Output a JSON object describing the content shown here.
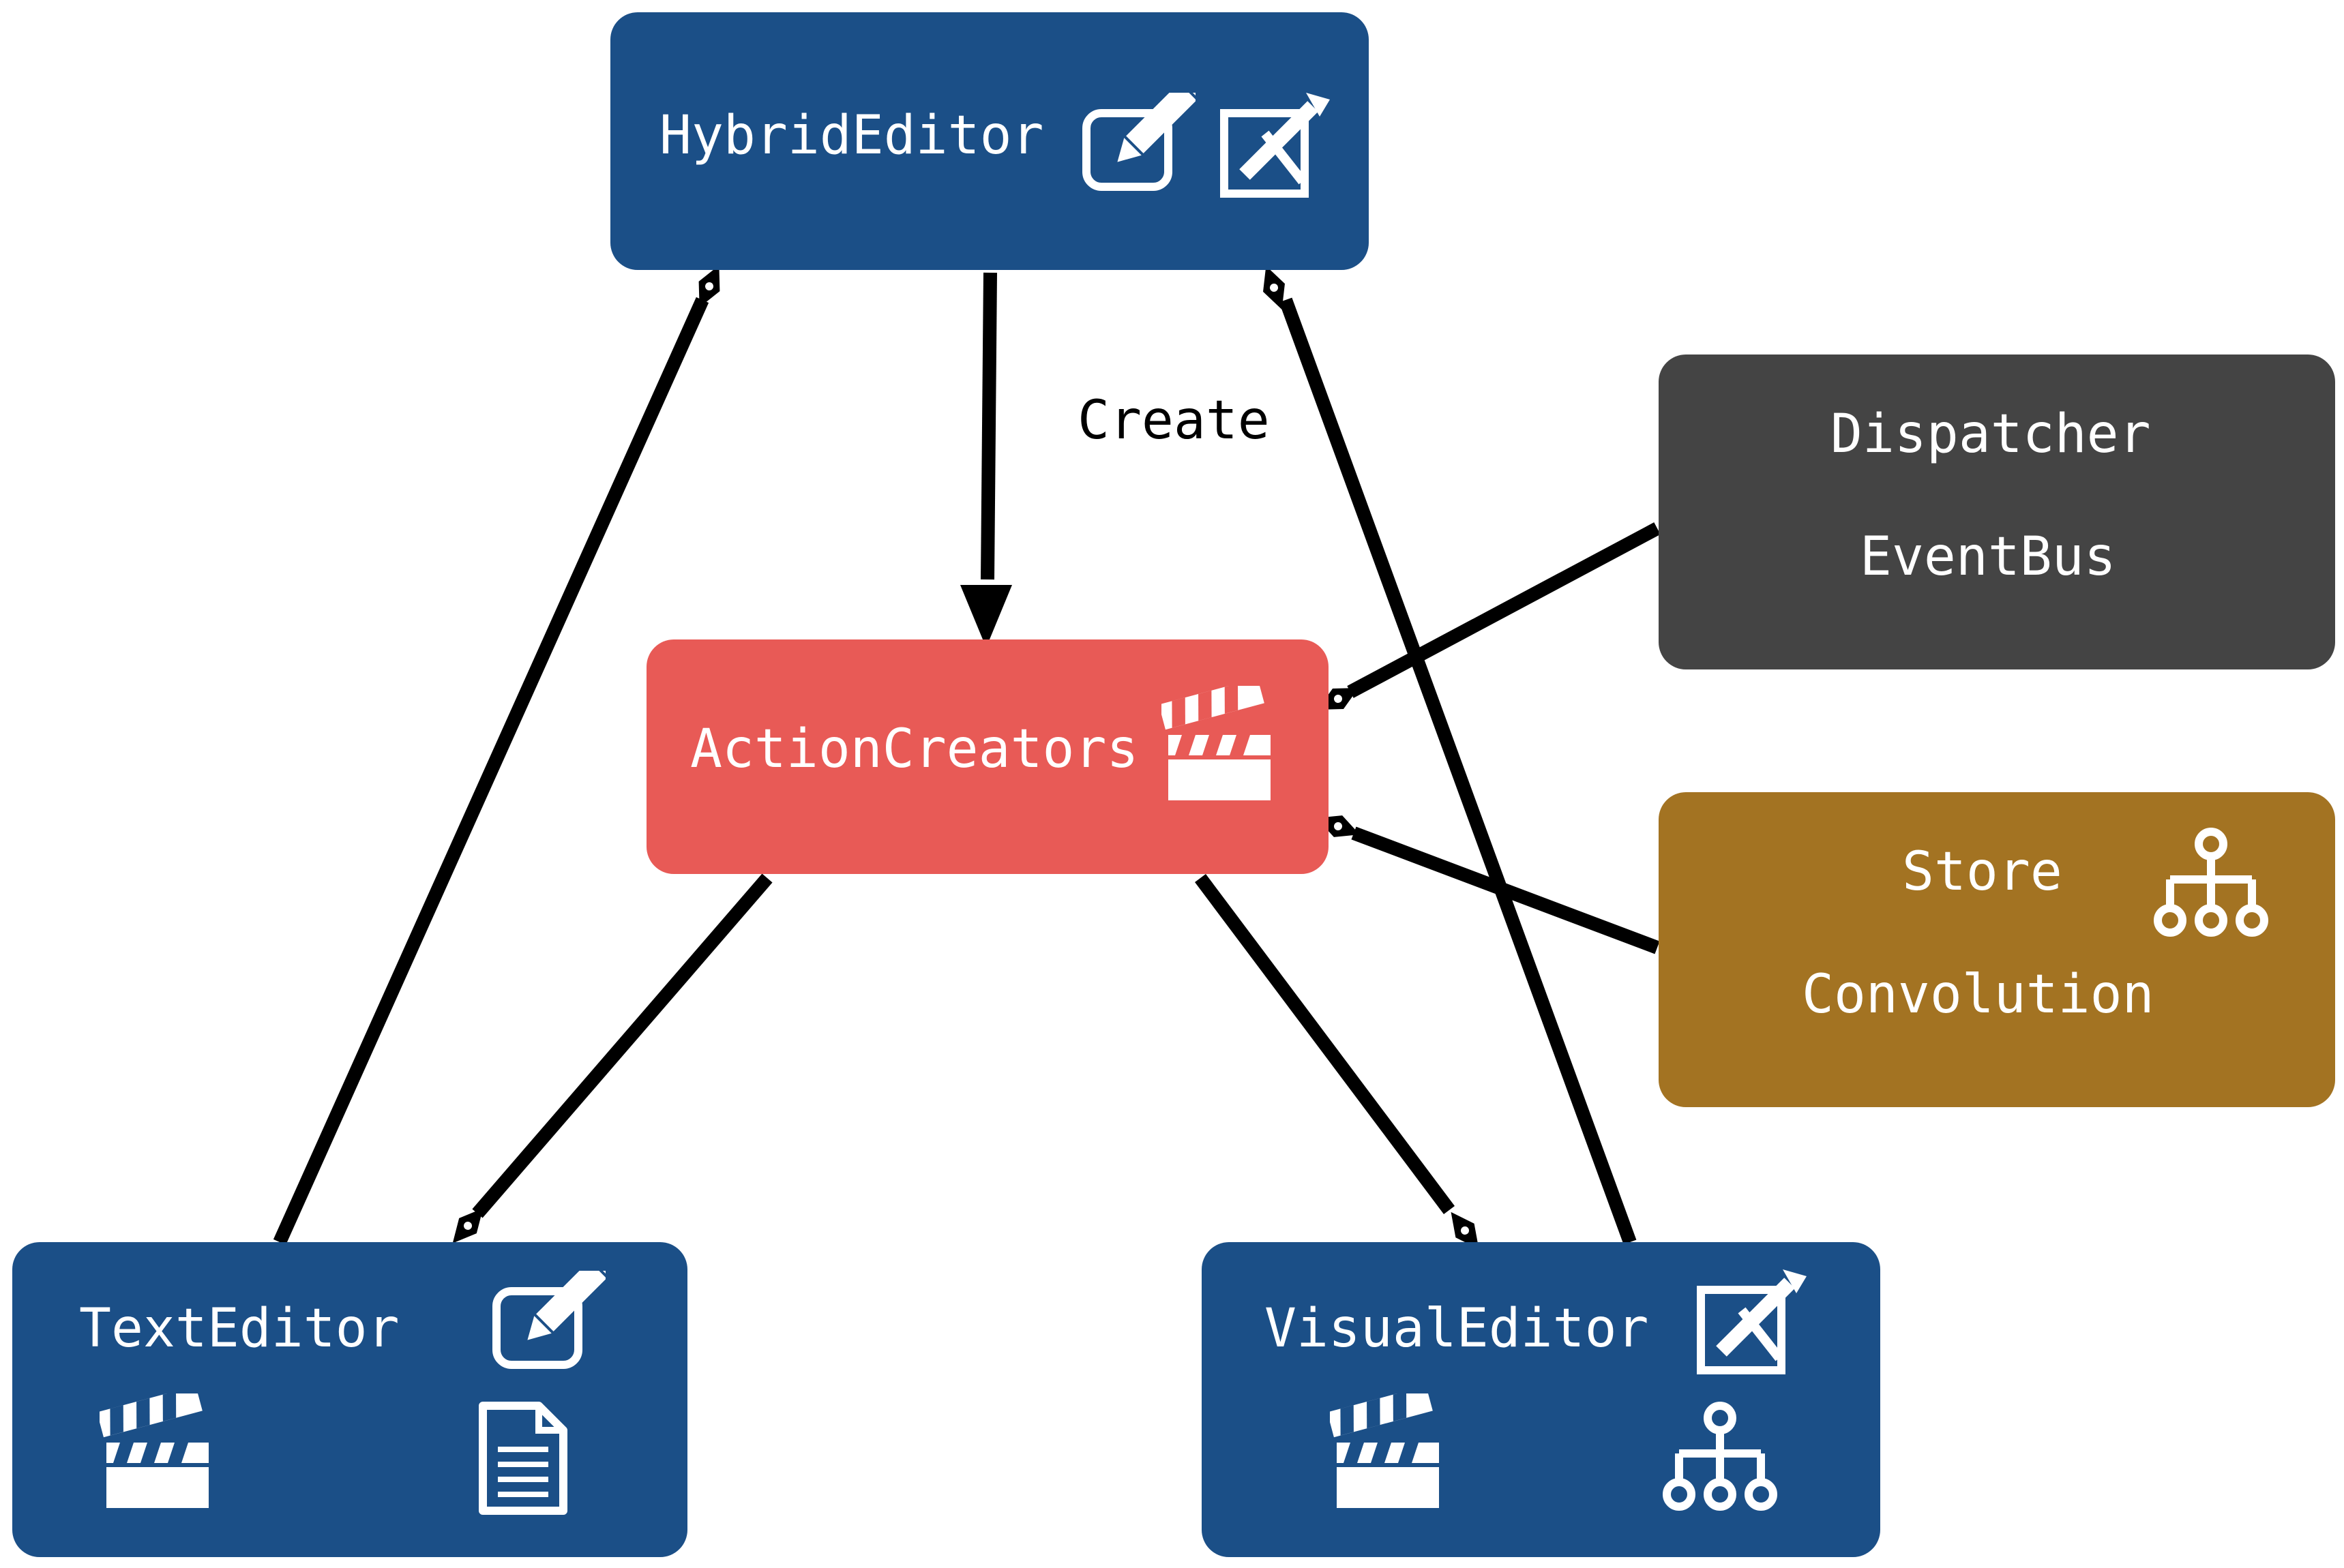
{
  "nodes": {
    "hybrid_editor": {
      "label": "HybridEditor",
      "icons": [
        "edit-icon",
        "pen-brush-icon"
      ]
    },
    "action_creators": {
      "label": "ActionCreators",
      "icons": [
        "clapperboard-icon"
      ]
    },
    "dispatcher": {
      "line1": "Dispatcher",
      "line2": "EventBus"
    },
    "store": {
      "line1": "Store",
      "line2": "Convolution",
      "icons": [
        "sitemap-icon"
      ]
    },
    "text_editor": {
      "label": "TextEditor",
      "icons": [
        "edit-icon",
        "clapperboard-icon",
        "document-icon"
      ]
    },
    "visual_editor": {
      "label": "VisualEditor",
      "icons": [
        "pen-brush-icon",
        "clapperboard-icon",
        "sitemap-icon"
      ]
    }
  },
  "edges": {
    "create_label": "Create"
  },
  "colors": {
    "editor_blue": "#1b4f87",
    "action_red": "#e85a56",
    "dispatcher_gray": "#444444",
    "store_gold": "#a37322",
    "edge_black": "#000000"
  }
}
